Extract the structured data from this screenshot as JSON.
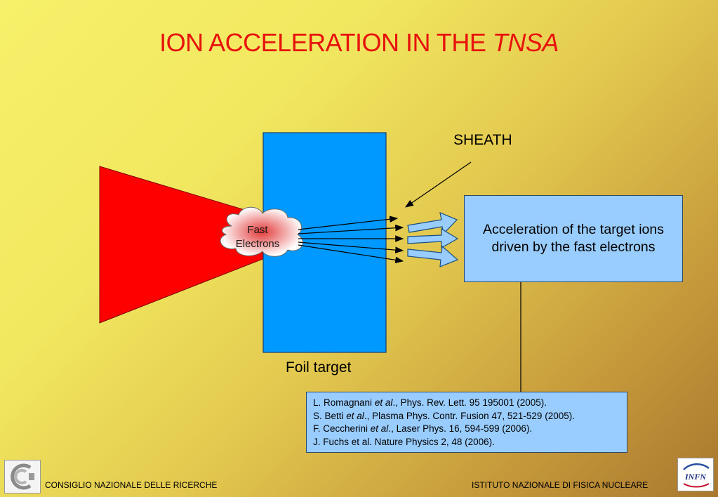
{
  "title": {
    "main": "ION ACCELERATION IN THE ",
    "italic": "TNSA"
  },
  "diagram": {
    "sheath_label": "SHEATH",
    "foil_label": "Foil target",
    "cloud_line1": "Fast",
    "cloud_line2": "Electrons",
    "accel_line1": "Acceleration of the target ions",
    "accel_line2": "driven by the fast electrons"
  },
  "references": [
    {
      "author": "L. Romagnani ",
      "etal": "et al",
      "rest": "., Phys. Rev. Lett. 95 195001 (2005)."
    },
    {
      "author": "S. Betti ",
      "etal": "et al",
      "rest": "., Plasma Phys. Contr. Fusion 47, 521-529 (2005)."
    },
    {
      "author": "F. Ceccherini ",
      "etal": "et al",
      "rest": "., Laser Phys. 16, 594-599 (2006)."
    },
    {
      "author": "J. Fuchs et al. Nature Physics 2, 48 (2006).",
      "etal": "",
      "rest": ""
    }
  ],
  "footer": {
    "left": "CONSIGLIO NAZIONALE DELLE RICERCHE",
    "right": "ISTITUTO NAZIONALE DI FISICA NUCLEARE",
    "infn_logo_text": "INFN"
  },
  "colors": {
    "title": "#e8120c",
    "laser": "#ff0000",
    "foil": "#0099ff",
    "box": "#99ccff"
  }
}
